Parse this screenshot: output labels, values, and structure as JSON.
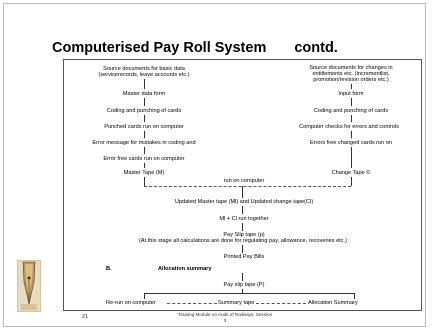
{
  "slide": {
    "title": "Computerised Pay Roll System",
    "title_suffix": "contd.",
    "page_number": "21",
    "footer_line1": "Training Module on Audit of Railways; Session",
    "footer_line2": "3"
  },
  "diagram": {
    "left_top_1": "Source documents for basic data",
    "left_top_2": "(servicerecords, leave accounts etc.)",
    "right_top_1": "Source documents for changes in",
    "right_top_2": "entitlements etc. (incrementlist,",
    "right_top_3": "promotion/revision orders etc.)",
    "master_data_form": "Master data form",
    "input_form": "Input form",
    "coding_left": "Coding and punching of cards",
    "coding_right": "Coding and punching of cards",
    "punched_cards": "Punched cards run on computer",
    "computer_checks": "Computer checks for errors and controls",
    "error_message": "Error message for mistakes in coding and",
    "errors_free_right": "Errors free changed cards run on",
    "error_free_left": "Error free cards run on computer",
    "master_tape": "Master Tape (M)",
    "change_tape": "Change Tape ©",
    "run_on_computer": "run on computer",
    "updated_tapes": "Updated Master tape (Ml) and Updated change tape(Cl)",
    "run_together": "Ml + Cl run together",
    "pay_slip_tape": "Pay Slip tape (p)",
    "calc_note": "(At this stage all calculations are done for regulating pay, allowance, recoveries etc.)",
    "printed_bills": "Printed Pay Bills",
    "b_label": "B.",
    "allocation_summary_heading": "Allocation summary",
    "pay_slip_tape_p": "Pay slip tape (P)",
    "rerun": "Re-run on computer",
    "summary_tape": "Summary tape",
    "allocation_summary": "Allocation Summary"
  }
}
